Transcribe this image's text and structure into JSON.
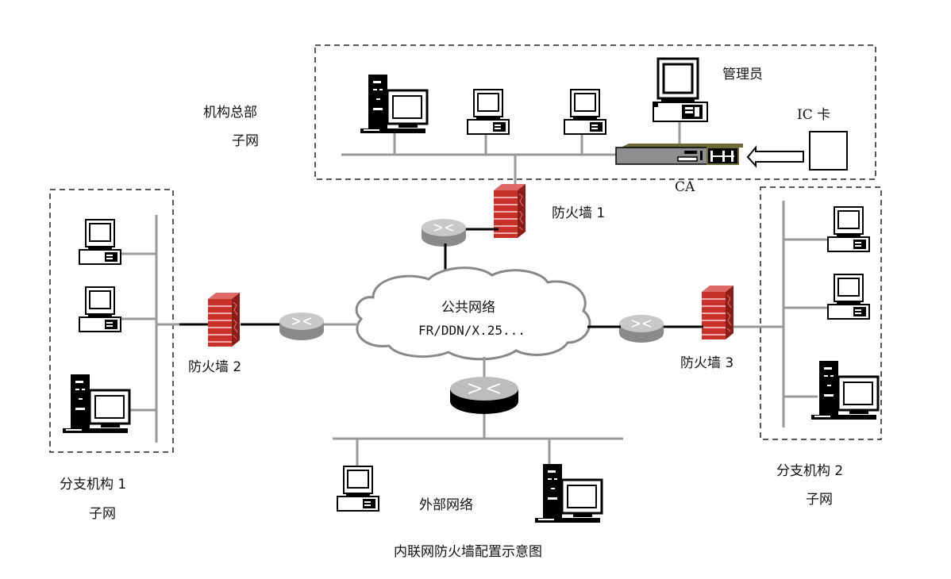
{
  "diagram": {
    "title": "内联网防火墙配置示意图",
    "headquarters": {
      "label_line1": "机构总部",
      "label_line2": "子网",
      "admin_label": "管理员",
      "ic_card_label": "IC 卡",
      "ca_label": "CA",
      "devices": [
        "server",
        "workstation",
        "workstation",
        "admin-workstation",
        "ca-device",
        "ic-card"
      ]
    },
    "public_network": {
      "label_line1": "公共网络",
      "label_line2": "FR/DDN/X.25..."
    },
    "firewalls": [
      {
        "id": 1,
        "label": "防火墙 1"
      },
      {
        "id": 2,
        "label": "防火墙 2"
      },
      {
        "id": 3,
        "label": "防火墙 3"
      }
    ],
    "branch1": {
      "label_line1": "分支机构 1",
      "label_line2": "子网",
      "devices": [
        "workstation",
        "workstation",
        "server"
      ]
    },
    "branch2": {
      "label_line1": "分支机构 2",
      "label_line2": "子网",
      "devices": [
        "workstation",
        "workstation",
        "server"
      ]
    },
    "external_network": {
      "label": "外部网络",
      "devices": [
        "workstation",
        "server"
      ]
    },
    "colors": {
      "firewall_red": "#c8302a",
      "link_gray": "#999999",
      "link_black": "#000000",
      "router_gray": "#b8b8b8",
      "ca_olive": "#6b6b3a"
    }
  }
}
